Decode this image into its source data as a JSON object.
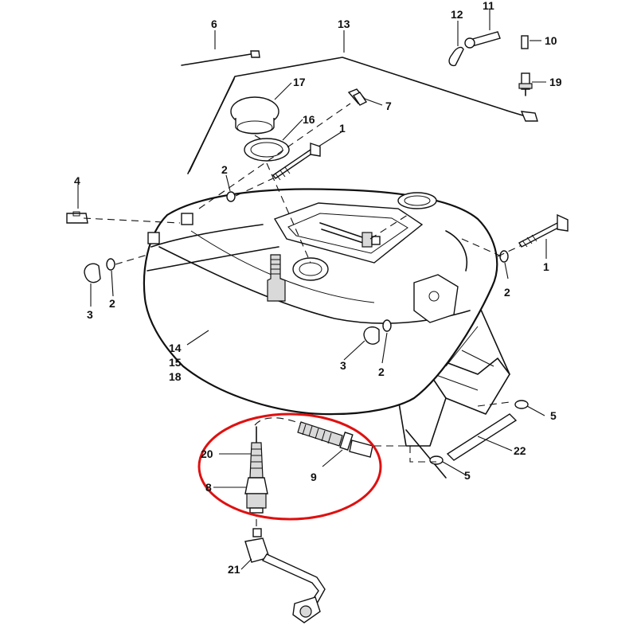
{
  "callouts": {
    "c1_top": "1",
    "c1_right": "1",
    "c2_top": "2",
    "c2_left": "2",
    "c2_right": "2",
    "c2_center": "2",
    "c3_left": "3",
    "c3_center": "3",
    "c4": "4",
    "c5_upper": "5",
    "c5_lower": "5",
    "c6": "6",
    "c7": "7",
    "c8": "8",
    "c9": "9",
    "c10": "10",
    "c11": "11",
    "c12": "12",
    "c13": "13",
    "c14": "14",
    "c15": "15",
    "c16": "16",
    "c17": "17",
    "c18": "18",
    "c19": "19",
    "c20": "20",
    "c21": "21",
    "c22": "22"
  },
  "highlight_color": "#e01010"
}
